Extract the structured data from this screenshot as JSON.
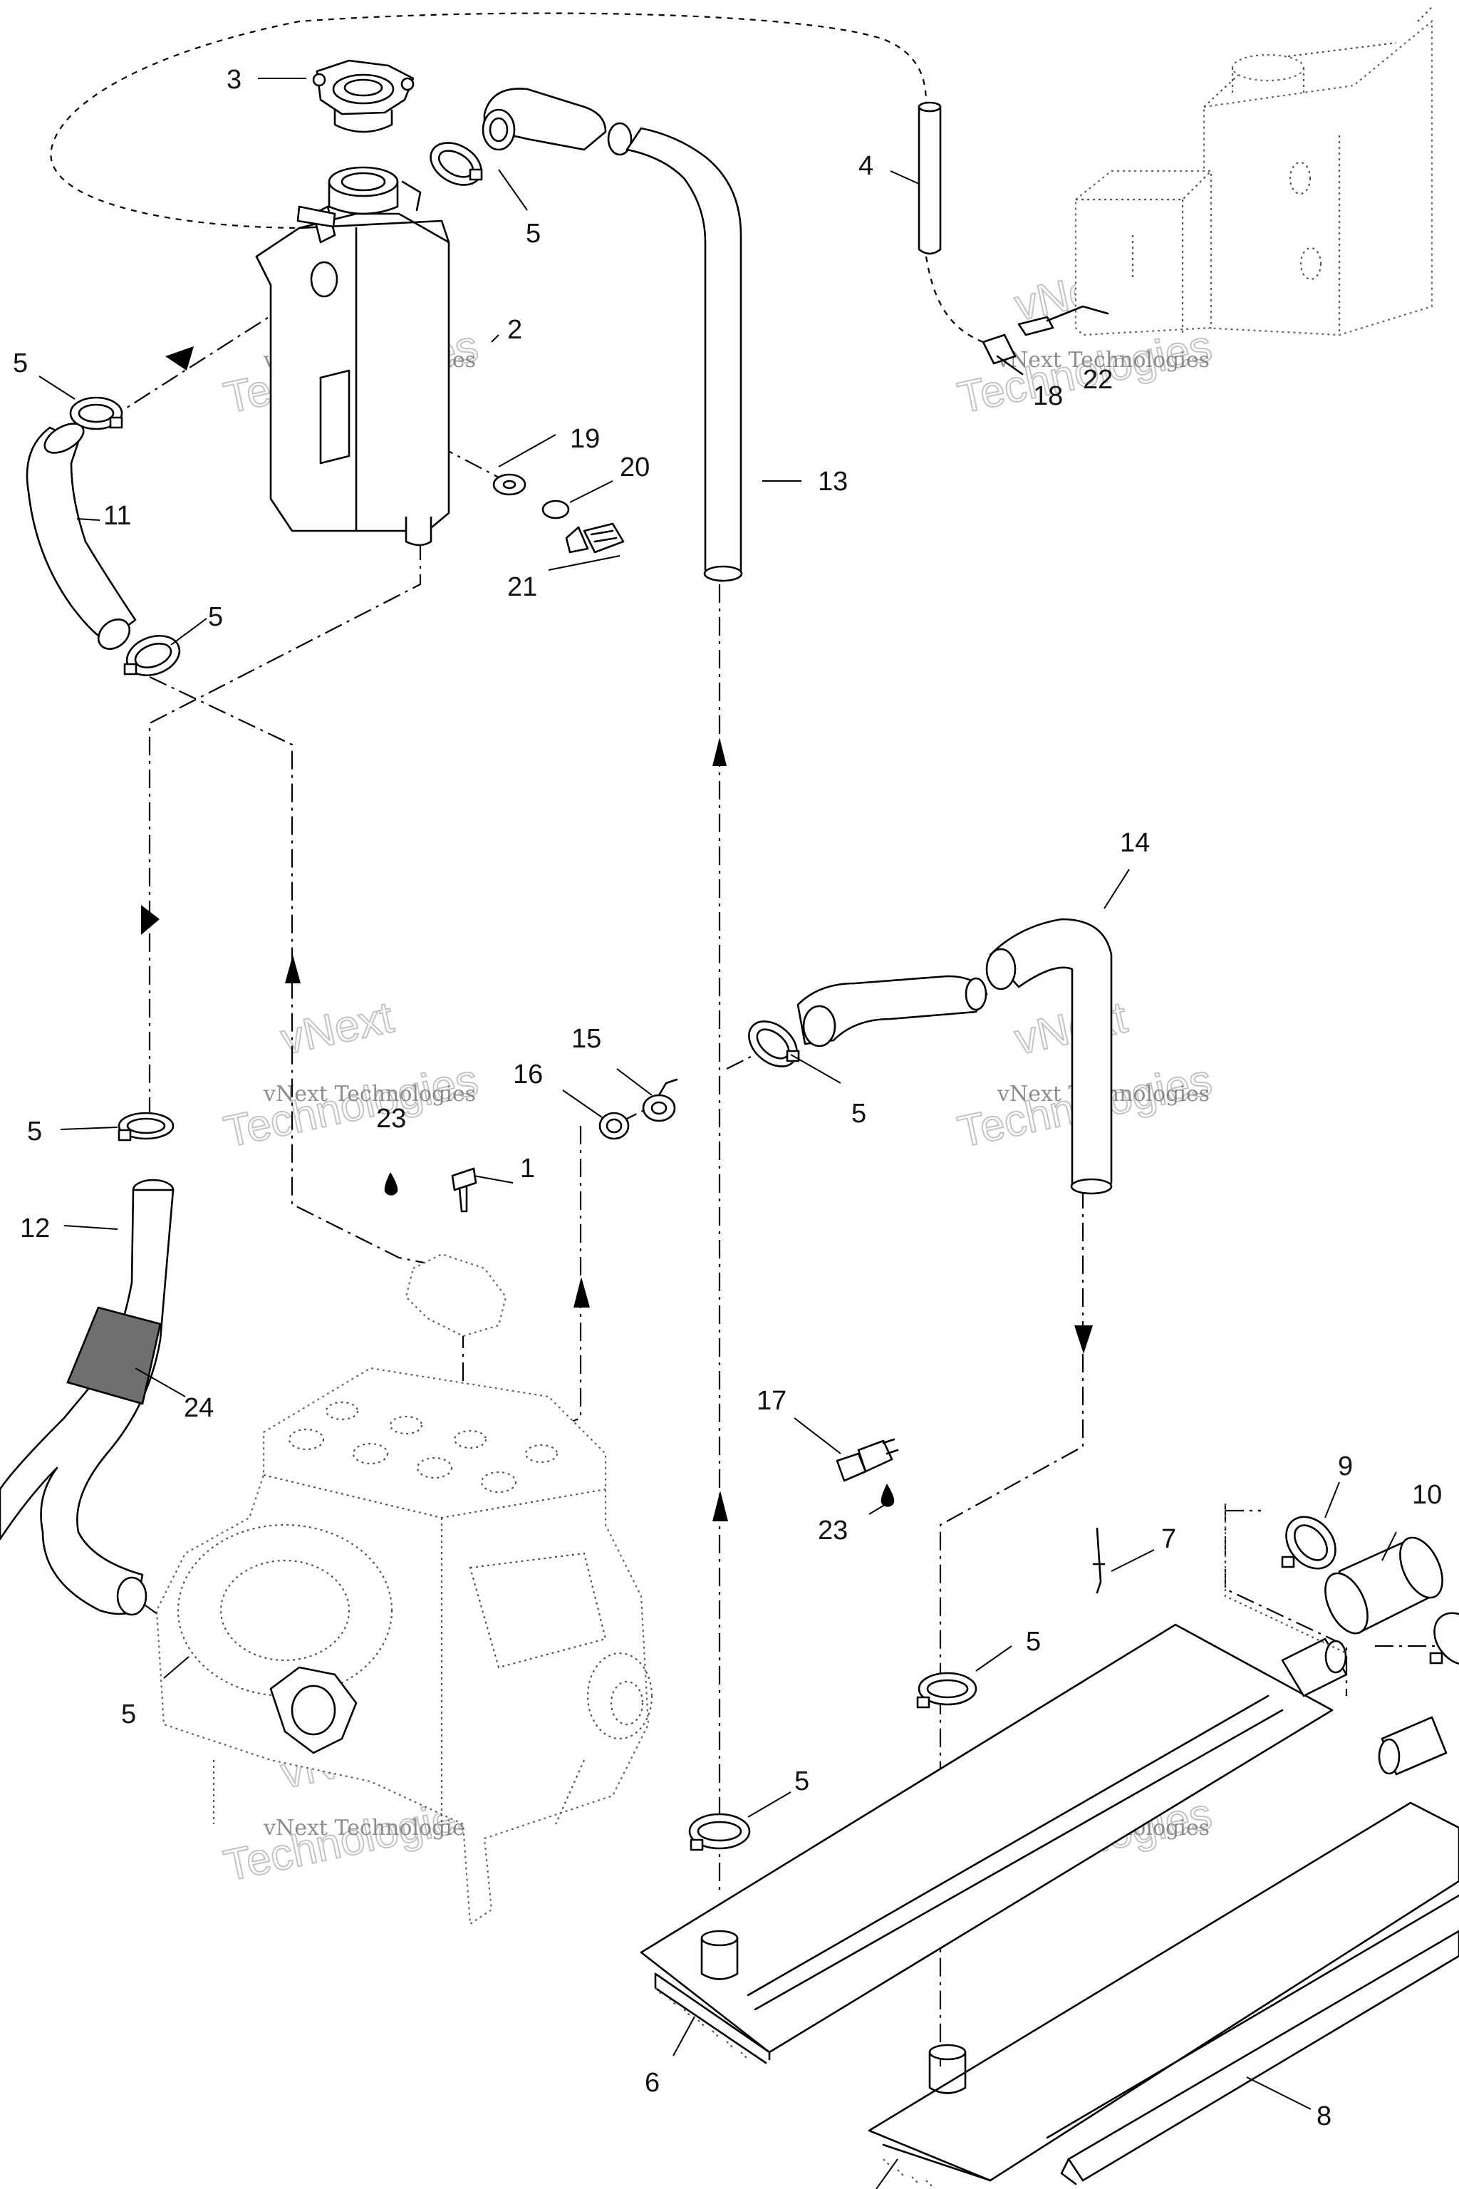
{
  "callouts": {
    "c1": "1",
    "c2": "2",
    "c3": "3",
    "c4": "4",
    "c5a": "5",
    "c5b": "5",
    "c5c": "5",
    "c5d": "5",
    "c5e": "5",
    "c5f": "5",
    "c5g": "5",
    "c5h": "5",
    "c6": "6",
    "c7": "7",
    "c8": "8",
    "c9": "9",
    "c10": "10",
    "c11": "11",
    "c12": "12",
    "c13": "13",
    "c14": "14",
    "c15": "15",
    "c16": "16",
    "c17": "17",
    "c18": "18",
    "c19": "19",
    "c20": "20",
    "c21": "21",
    "c22": "22",
    "c23a": "23",
    "c23b": "23",
    "c24": "24"
  },
  "watermark": {
    "line1": "vNext Technologies",
    "line2a": "vNext",
    "line2b": "Technologies"
  }
}
